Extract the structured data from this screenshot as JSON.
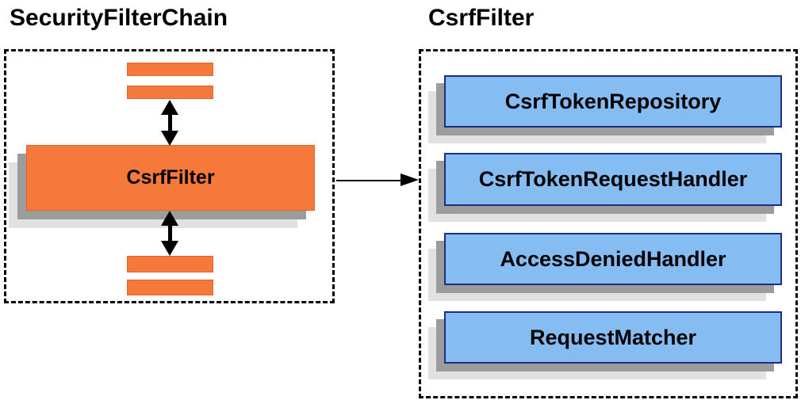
{
  "left_panel": {
    "title": "SecurityFilterChain",
    "filter_label": "CsrfFilter"
  },
  "right_panel": {
    "title": "CsrfFilter",
    "components": [
      {
        "label": "CsrfTokenRepository"
      },
      {
        "label": "CsrfTokenRequestHandler"
      },
      {
        "label": "AccessDeniedHandler"
      },
      {
        "label": "RequestMatcher"
      }
    ]
  },
  "colors": {
    "orange_fill": "#F4793B",
    "orange_border": "#E0662C",
    "blue_fill": "#85BCF1",
    "blue_border": "#1B2D85",
    "shadow_dark": "#9C9C9C",
    "shadow_light": "#E1E1E1",
    "outline": "#000000",
    "text": "#000000"
  }
}
